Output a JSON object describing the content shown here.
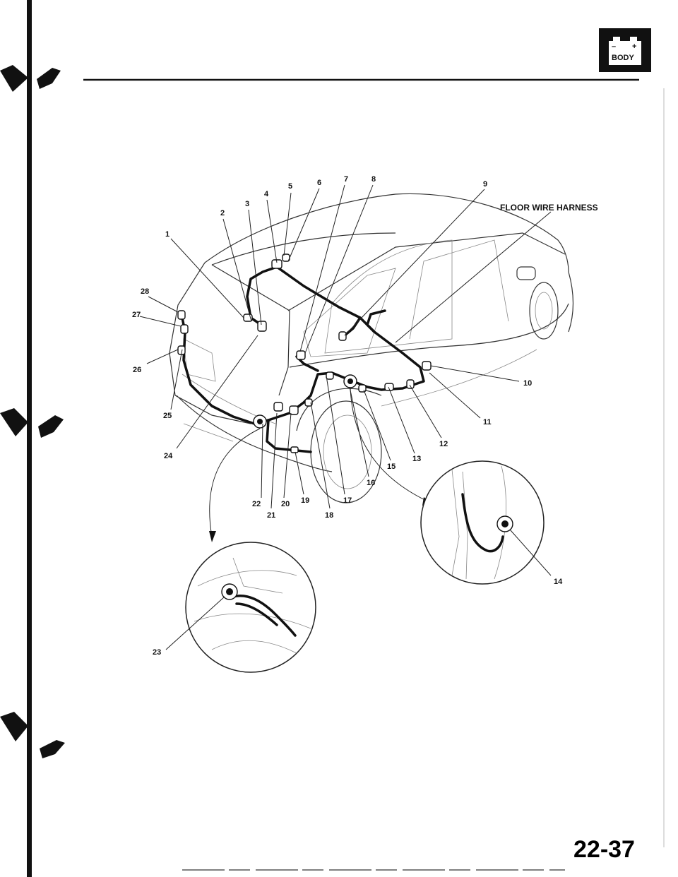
{
  "header": {
    "battery_icon": "battery-icon",
    "battery_minus": "–",
    "battery_plus": "+",
    "section_label": "BODY"
  },
  "diagram": {
    "harness_label": "FLOOR WIRE HARNESS",
    "callouts": [
      "1",
      "2",
      "3",
      "4",
      "5",
      "6",
      "7",
      "8",
      "9",
      "10",
      "11",
      "12",
      "13",
      "14",
      "15",
      "16",
      "17",
      "18",
      "19",
      "20",
      "21",
      "22",
      "23",
      "24",
      "25",
      "26",
      "27",
      "28"
    ]
  },
  "footer": {
    "page_number": "22-37"
  }
}
